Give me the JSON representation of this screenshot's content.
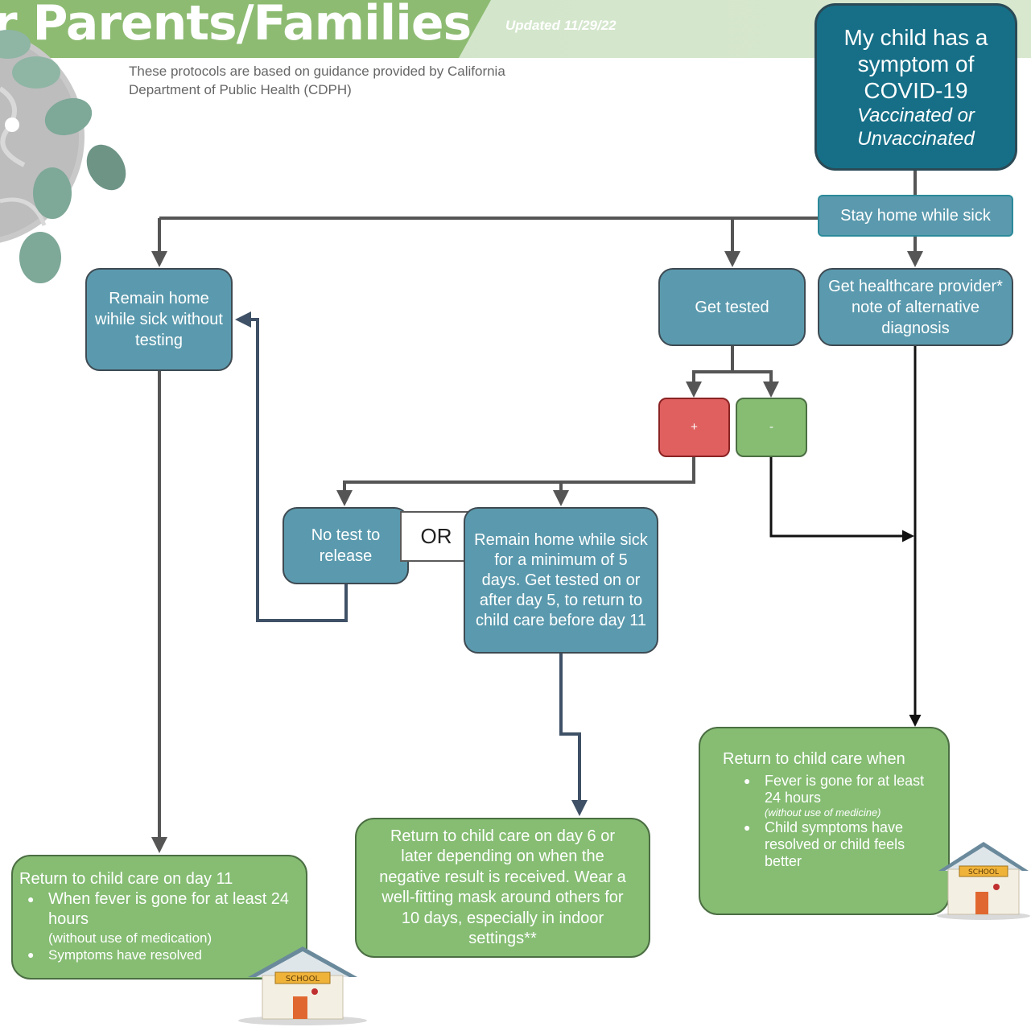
{
  "header": {
    "title": "r Parents/Families",
    "updated": "Updated 11/29/22",
    "subtitle": "These protocols are based on guidance provided by California Department of Public Health (CDPH)"
  },
  "start": {
    "line1": "My child has a symptom of COVID-19",
    "line2": "Vaccinated or Unvaccinated"
  },
  "stay_home": "Stay home while sick",
  "remain_no_test": "Remain home wihile sick without testing",
  "get_tested": "Get tested",
  "provider_note": "Get healthcare provider* note of alternative diagnosis",
  "positive": "+",
  "negative": "-",
  "no_test_release": "No test to release",
  "or": "OR",
  "remain_min5": "Remain home while sick for a minimum of 5 days. Get tested on or after day 5, to return to child care before day 11",
  "return_day11": {
    "heading": "Return to child care on day 11",
    "bullet1": "When fever is gone for at least 24 hours",
    "bullet1_note": "(without use of medication)",
    "bullet2": "Symptoms have resolved"
  },
  "return_day6": "Return to child care on day 6 or later depending on when the negative result is received. Wear a well-fitting mask around others for 10 days, especially in indoor settings**",
  "return_when": {
    "heading": "Return to child care when",
    "bullet1": "Fever is gone for at least 24 hours",
    "bullet1_note": "(without use of medicine)",
    "bullet2": "Child symptoms have resolved or child feels better"
  },
  "school_sign": "SCHOOL",
  "colors": {
    "banner_green": "#8dbb72",
    "start_box": "#166f87",
    "process_box": "#5b9aae",
    "return_box": "#86bd73",
    "positive_box": "#e06060"
  }
}
